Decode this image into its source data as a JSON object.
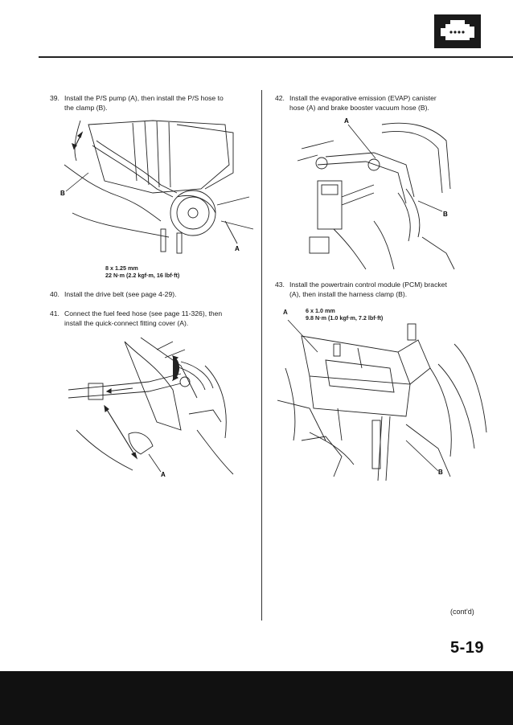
{
  "steps": {
    "s39": {
      "num": "39.",
      "line1": "Install the P/S pump (A), then install the P/S hose to",
      "line2": "the clamp (B)."
    },
    "s40": {
      "num": "40.",
      "line1": "Install the drive belt (see page 4-29)."
    },
    "s41": {
      "num": "41.",
      "line1": "Connect the fuel feed hose (see page 11-326), then",
      "line2": "install the quick-connect fitting cover (A)."
    },
    "s42": {
      "num": "42.",
      "line1": "Install the evaporative emission (EVAP) canister",
      "line2": "hose (A) and brake booster vacuum hose (B)."
    },
    "s43": {
      "num": "43.",
      "line1": "Install the powertrain control module (PCM) bracket",
      "line2": "(A), then install the harness clamp (B)."
    }
  },
  "figures": {
    "fig39": {
      "callout_a": "A",
      "callout_b": "B",
      "spec_size": "8 x 1.25 mm",
      "spec_torque": "22 N·m (2.2 kgf·m, 16 lbf·ft)"
    },
    "fig41": {
      "callout_a": "A"
    },
    "fig42": {
      "callout_a": "A",
      "callout_b": "B"
    },
    "fig43": {
      "callout_a": "A",
      "callout_b": "B",
      "spec_size": "6 x 1.0 mm",
      "spec_torque": "9.8 N·m (1.0 kgf·m, 7.2 lbf·ft)"
    }
  },
  "footer": {
    "contd": "(cont'd)",
    "page_number": "5-19"
  },
  "header": {
    "badge_icon": "engine-icon"
  }
}
